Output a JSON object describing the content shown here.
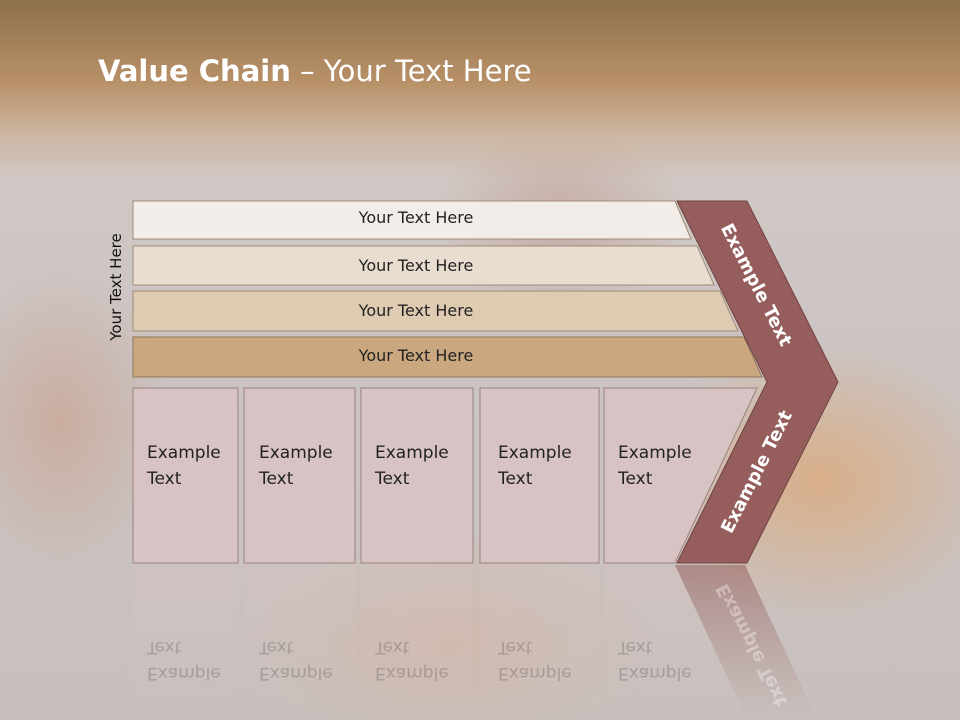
{
  "title": {
    "bold": "Value Chain",
    "rest": " – Your Text Here"
  },
  "side_label": "Your Text Here",
  "rows": [
    {
      "label": "Your Text Here",
      "color": "#f2ede9"
    },
    {
      "label": "Your Text Here",
      "color": "#e9ddd0"
    },
    {
      "label": "Your Text Here",
      "color": "#dfcbb1"
    },
    {
      "label": "Your Text Here",
      "color": "#cba77f"
    }
  ],
  "cells": [
    {
      "line1": "Example",
      "line2": "Text"
    },
    {
      "line1": "Example",
      "line2": "Text"
    },
    {
      "line1": "Example",
      "line2": "Text"
    },
    {
      "line1": "Example",
      "line2": "Text"
    },
    {
      "line1": "Example",
      "line2": "Text"
    }
  ],
  "chevron": {
    "upper": "Example Text",
    "lower": "Example Text",
    "color": "#955e5c"
  },
  "cell_color": "#d7c3c3"
}
